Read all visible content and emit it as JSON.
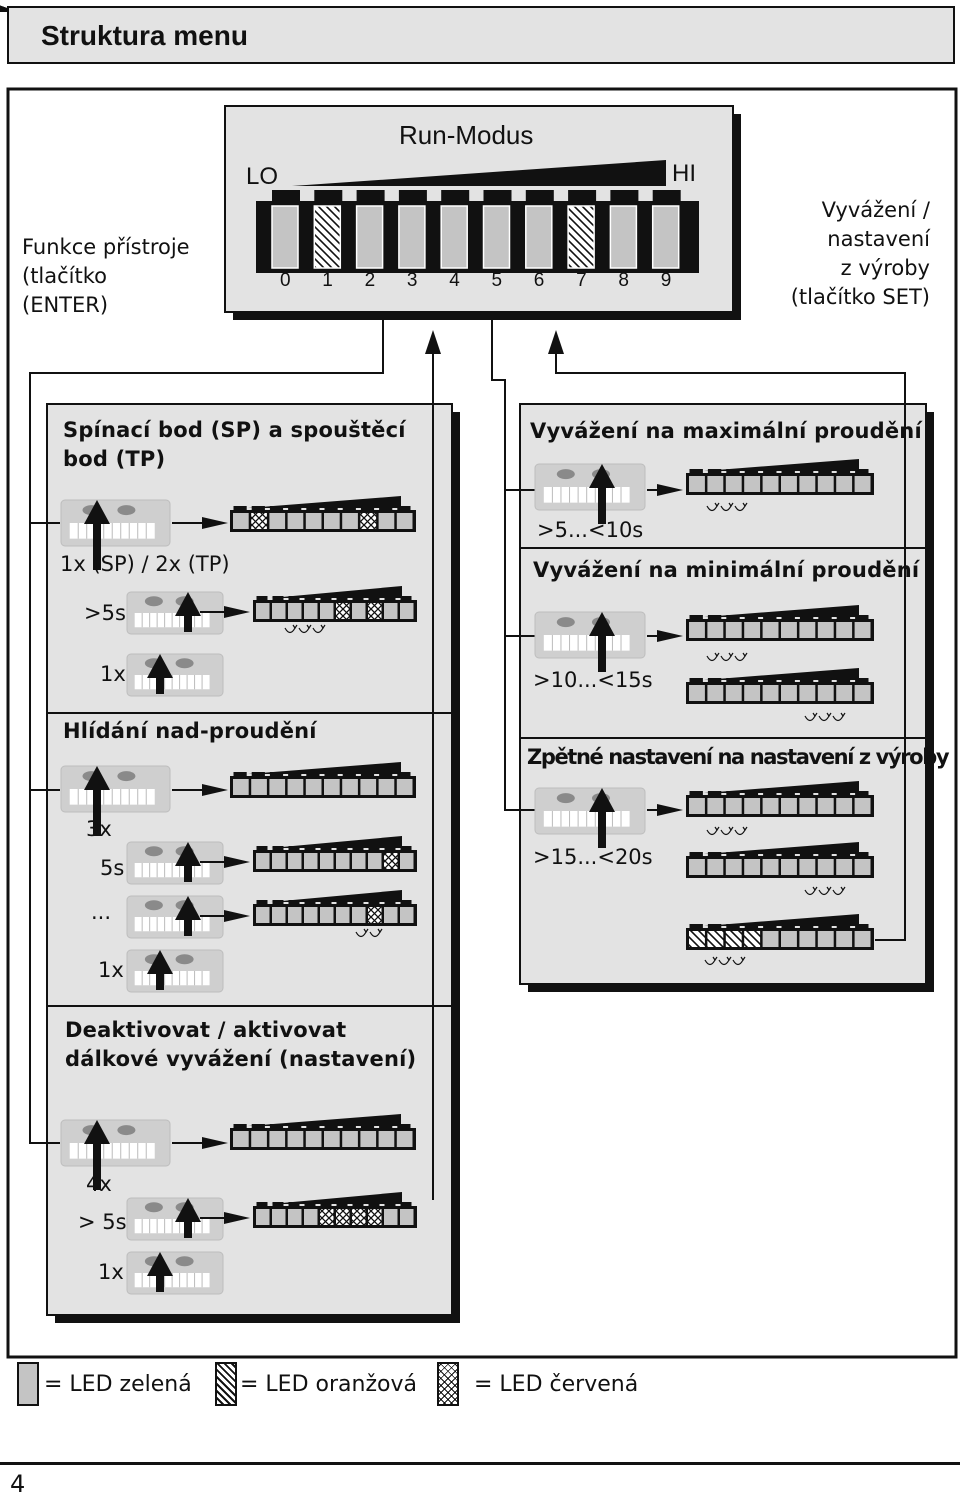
{
  "header": {
    "title": "Struktura menu"
  },
  "run_mode": {
    "title": "Run-Modus",
    "lo": "LO",
    "hi": "HI",
    "digits": [
      "0",
      "1",
      "2",
      "3",
      "4",
      "5",
      "6",
      "7",
      "8",
      "9"
    ]
  },
  "labels": {
    "device_function": [
      "Funkce přístroje",
      "(tlačítko",
      "(ENTER)"
    ],
    "factory_setting": [
      "Vyvážení /",
      "nastavení",
      "z  výroby",
      "(tlačítko SET)"
    ]
  },
  "left_panel": {
    "sp_tp": {
      "title_line1": "Spínací bod (SP) a spouštěcí",
      "title_line2": "bod (TP)",
      "press1": "1x (SP) / 2x (TP)",
      "hold": ">5s",
      "confirm": "1x"
    },
    "overflow": {
      "title": "Hlídání nad-proudění",
      "press": "3x",
      "hold": "5s",
      "ellipsis": "...",
      "confirm": "1x"
    },
    "remote": {
      "title_line1": "Deaktivovat / aktivovat",
      "title_line2": "dálkové vyvážení (nastavení)",
      "press": "4x",
      "hold": "> 5s",
      "confirm": "1x"
    }
  },
  "right_panel": {
    "max_flow": {
      "title": "Vyvážení na maximální proudění",
      "time": ">5...<10s"
    },
    "min_flow": {
      "title": "Vyvážení na minimální proudění",
      "time": ">10...<15s"
    },
    "reset": {
      "title": "Zpětné nastavení na nastavení z výroby",
      "time": ">15...<20s"
    }
  },
  "legend": {
    "green": "= LED zelená",
    "orange": "= LED oranžová",
    "red": "= LED červená"
  },
  "page_number": "4",
  "colors": {
    "led_green": "#c4c4c4",
    "panel": "#e3e3e3",
    "line": "#111111"
  }
}
